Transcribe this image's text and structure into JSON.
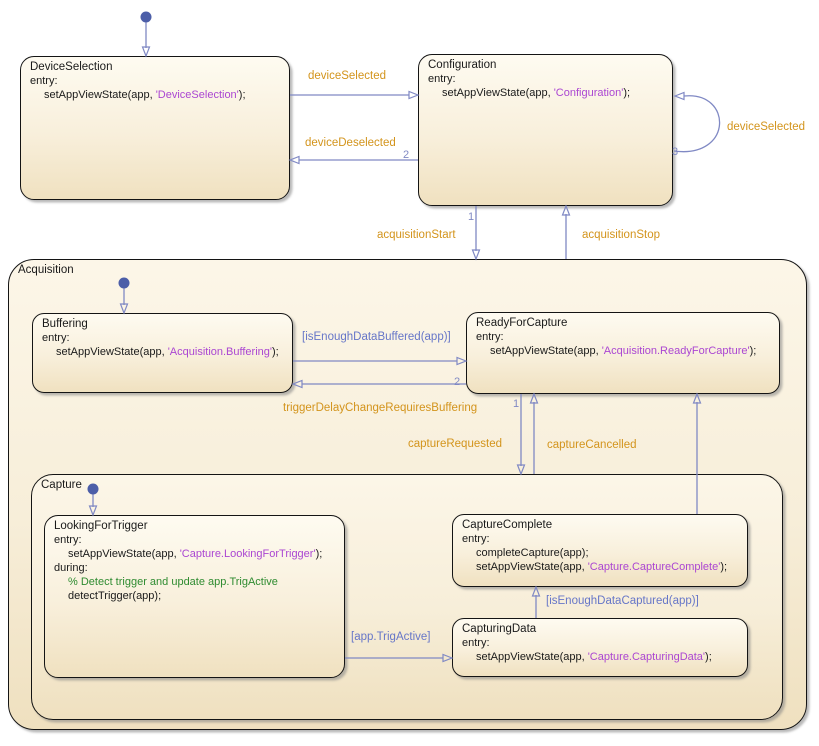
{
  "colors": {
    "state_fill_top": "#fefbf1",
    "state_fill_bottom": "#f0e1c0",
    "container_fill_top": "#fcf6e8",
    "container_fill_bottom": "#efe0bf",
    "border": "#141414",
    "transition_line": "#8089c4",
    "event_label": "#d3941c",
    "condition_label": "#6676c8",
    "string_literal": "#ab46d2",
    "comment": "#2e8b30",
    "initial_dot": "#4c5ea8",
    "code_text": "#1a1a1a"
  },
  "states": {
    "device_selection": {
      "title": "DeviceSelection",
      "entry_keyword": "entry:",
      "action_pre": "setAppViewState(app, ",
      "action_string": "'DeviceSelection'",
      "action_post": ");"
    },
    "configuration": {
      "title": "Configuration",
      "entry_keyword": "entry:",
      "action_pre": "setAppViewState(app, ",
      "action_string": "'Configuration'",
      "action_post": ");"
    },
    "acquisition": {
      "title": "Acquisition"
    },
    "buffering": {
      "title": "Buffering",
      "entry_keyword": "entry:",
      "action_pre": "setAppViewState(app, ",
      "action_string": "'Acquisition.Buffering'",
      "action_post": ");"
    },
    "ready_for_capture": {
      "title": "ReadyForCapture",
      "entry_keyword": "entry:",
      "action_pre": "setAppViewState(app, ",
      "action_string": "'Acquisition.ReadyForCapture'",
      "action_post": ");"
    },
    "capture": {
      "title": "Capture"
    },
    "looking_for_trigger": {
      "title": "LookingForTrigger",
      "entry_keyword": "entry:",
      "entry_action_pre": "setAppViewState(app, ",
      "entry_action_string": "'Capture.LookingForTrigger'",
      "entry_action_post": ");",
      "during_keyword": "during:",
      "during_comment": "% Detect trigger and update app.TrigActive",
      "during_action": "detectTrigger(app);"
    },
    "capture_complete": {
      "title": "CaptureComplete",
      "entry_keyword": "entry:",
      "action1": "completeCapture(app);",
      "action2_pre": "setAppViewState(app, ",
      "action2_string": "'Capture.CaptureComplete'",
      "action2_post": ");"
    },
    "capturing_data": {
      "title": "CapturingData",
      "entry_keyword": "entry:",
      "action_pre": "setAppViewState(app, ",
      "action_string": "'Capture.CapturingData'",
      "action_post": ");"
    }
  },
  "transitions": {
    "device_selected": {
      "label": "deviceSelected"
    },
    "device_deselected": {
      "label": "deviceDeselected",
      "priority": "2"
    },
    "device_selected_self": {
      "label": "deviceSelected",
      "priority": "3"
    },
    "acquisition_start": {
      "label": "acquisitionStart",
      "priority": "1"
    },
    "acquisition_stop": {
      "label": "acquisitionStop"
    },
    "is_enough_data_buffered": {
      "label": "[isEnoughDataBuffered(app)]"
    },
    "trigger_delay_change_requires_buffering": {
      "label": "triggerDelayChangeRequiresBuffering",
      "priority": "2"
    },
    "capture_requested": {
      "label": "captureRequested",
      "priority": "1"
    },
    "capture_cancelled": {
      "label": "captureCancelled"
    },
    "app_trig_active": {
      "label": "[app.TrigActive]"
    },
    "is_enough_data_captured": {
      "label": "[isEnoughDataCaptured(app)]"
    }
  }
}
